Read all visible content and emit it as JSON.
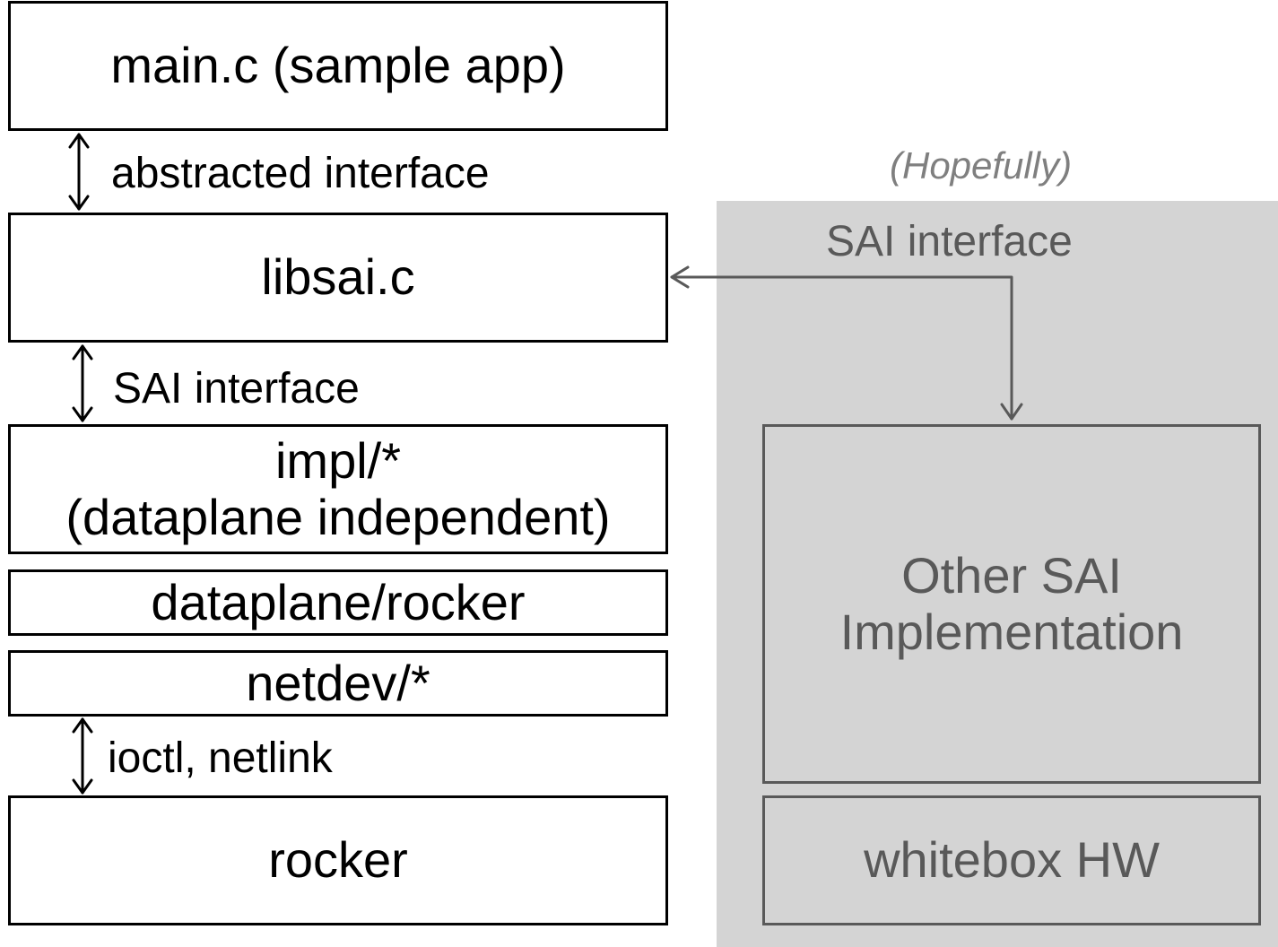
{
  "stack": {
    "main": "main.c (sample app)",
    "libsai": "libsai.c",
    "impl_line1": "impl/*",
    "impl_line2": "(dataplane independent)",
    "dataplane": "dataplane/rocker",
    "netdev": "netdev/*",
    "rocker": "rocker"
  },
  "connectors": {
    "abstracted": "abstracted interface",
    "sai": "SAI interface",
    "ioctl": "ioctl, netlink"
  },
  "other": {
    "hopefully": "(Hopefully)",
    "sai_interface": "SAI interface",
    "impl_line1": "Other SAI",
    "impl_line2": "Implementation",
    "hw": "whitebox HW"
  },
  "colors": {
    "panel": "#d4d4d4",
    "gray_text": "#595959",
    "italic_text": "#7f7f7f",
    "stack_border": "#000000"
  }
}
